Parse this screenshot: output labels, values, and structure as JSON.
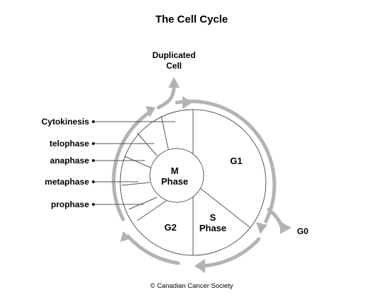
{
  "title": "The Cell Cycle",
  "duplicated_cell": [
    "Duplicated",
    "Cell"
  ],
  "g0": "G0",
  "phases": {
    "g1": "G1",
    "s": [
      "S",
      "Phase"
    ],
    "g2": "G2",
    "m": [
      "M",
      "Phase"
    ]
  },
  "mitosis_stages": [
    "Cytokinesis",
    "telophase",
    "anaphase",
    "metaphase",
    "prophase"
  ],
  "copyright": "© Canadian Cancer Society",
  "colors": {
    "arrow": "#b3b3b3",
    "line": "#555555",
    "text": "#111111"
  }
}
